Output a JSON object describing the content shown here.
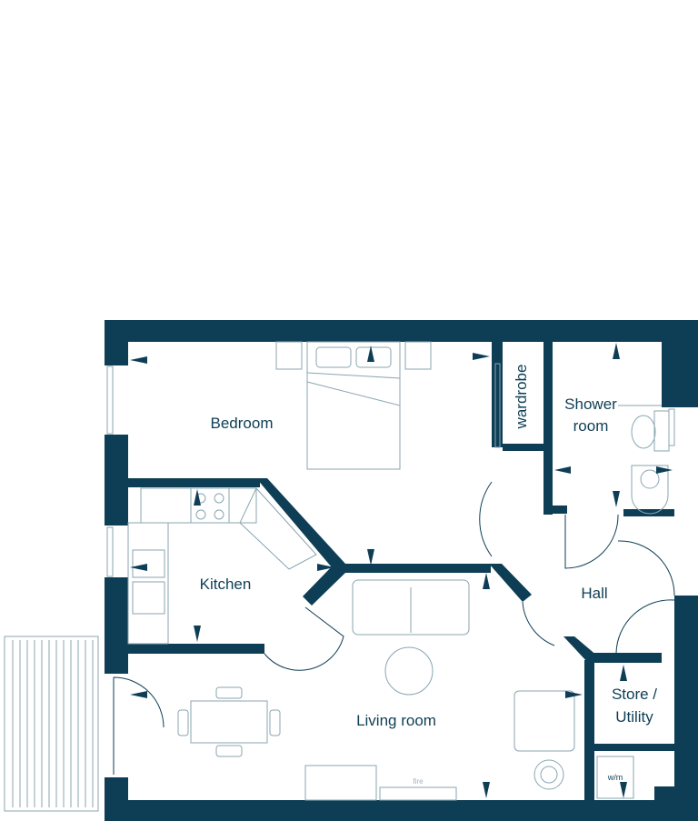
{
  "colors": {
    "wall": "#0e3e55",
    "furniture": "#8aa5b2",
    "background": "#ffffff"
  },
  "rooms": {
    "bedroom": "Bedroom",
    "wardrobe": "wardrobe",
    "shower_room_line1": "Shower",
    "shower_room_line2": "room",
    "kitchen": "Kitchen",
    "hall": "Hall",
    "living_room": "Living room",
    "store_line1": "Store /",
    "store_line2": "Utility"
  },
  "fixtures": {
    "washing_machine": "w/m",
    "fire": "fire"
  }
}
